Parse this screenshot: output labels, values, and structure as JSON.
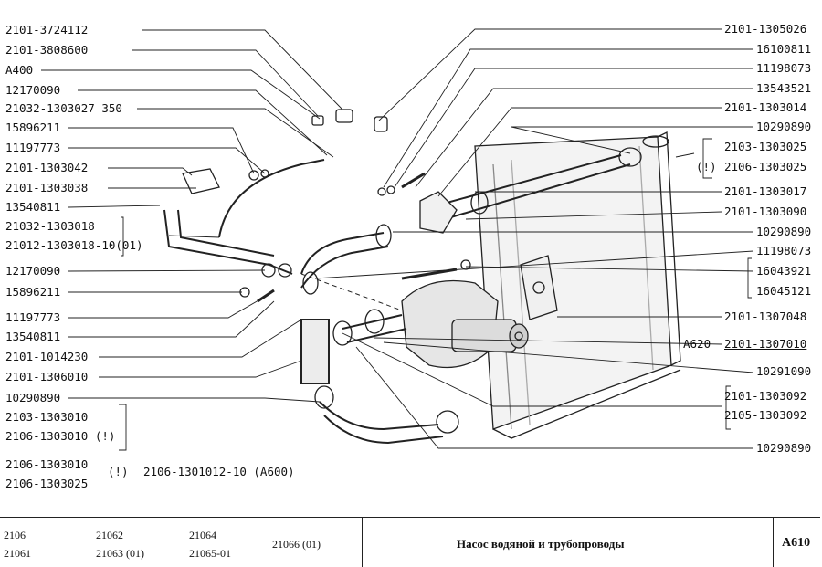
{
  "left_labels": [
    "2101-3724112",
    "2101-3808600",
    "A400",
    "12170090",
    "21032-1303027 350",
    "15896211",
    "11197773",
    "2101-1303042",
    "2101-1303038",
    "13540811",
    "21032-1303018",
    "21012-1303018-10(01)",
    "12170090",
    "15896211",
    "11197773",
    "13540811",
    "2101-1014230",
    "2101-1306010",
    "10290890",
    "2103-1303010",
    "2106-1303010 (!)",
    "2106-1303010",
    "2106-1303025"
  ],
  "right_labels": [
    "2101-1305026",
    "16100811",
    "11198073",
    "13543521",
    "2101-1303014",
    "10290890",
    "2103-1303025",
    "2106-1303025",
    "2101-1303017",
    "2101-1303090",
    "10290890",
    "11198073",
    "16043921",
    "16045121",
    "2101-1307048",
    "2101-1307010",
    "10291090",
    "2101-1303092",
    "2105-1303092",
    "10290890"
  ],
  "annotations": {
    "bottom_note_mark": "(!)",
    "bottom_note_text": "2106-1301012-10 (A600)",
    "right_note_mark": "(!)",
    "a620_prefix": "A620"
  },
  "title_block": {
    "models": [
      "2106",
      "21061",
      "21062",
      "21063 (01)",
      "21064",
      "21065-01",
      "21066 (01)"
    ],
    "title": "Насос водяной и трубопроводы",
    "page_code": "A610"
  }
}
